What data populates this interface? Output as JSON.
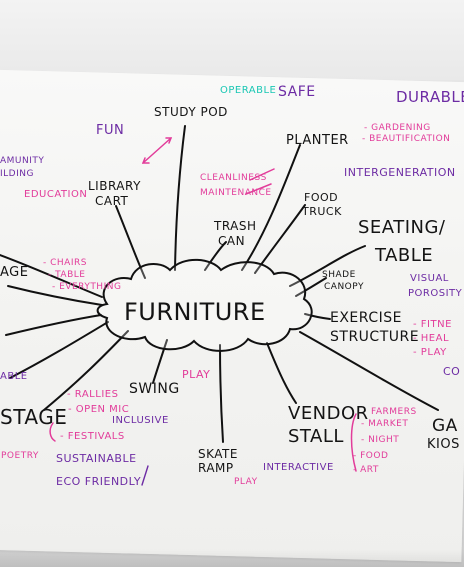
{
  "image": {
    "description": "Photo of a handwritten mind map on paper centered around the word FURNITURE",
    "colors": {
      "black_ink": "#141414",
      "purple_ink": "#6d2ca4",
      "pink_ink": "#e23c9a",
      "teal_ink": "#1ac7b4"
    }
  },
  "center": {
    "label": "FURNITURE"
  },
  "labels": {
    "operable": "OPERABLE",
    "safe": "SAFE",
    "durable": "DURABLE",
    "fun": "FUN",
    "study_pod": "STUDY POD",
    "planter": "PLANTER",
    "gardening": "- GARDENING",
    "beautification": "- BEAUTIFICATION",
    "intergeneration": "INTERGENERATION",
    "community": "AMUNITY",
    "ilding": "ILDING",
    "education": "EDUCATION",
    "library_1": "LIBRARY",
    "library_2": "CART",
    "cleanliness_1": "CLEANLINESS",
    "cleanliness_2": "MAINTENANCE",
    "food_truck_1": "FOOD",
    "food_truck_2": "TRUCK",
    "trash_can_1": "TRASH",
    "trash_can_2": "CAN",
    "seating_1": "SEATING/",
    "seating_2": "TABLE",
    "shade_canopy_1": "SHADE",
    "shade_canopy_2": "CANOPY",
    "visual_1": "VISUAL",
    "visual_2": "POROSITY",
    "stage_left": "AGE",
    "chairs": "- CHAIRS",
    "table": "- TABLE",
    "everything": "- EVERYTHING",
    "exercise_1": "EXERCISE",
    "exercise_2": "STRUCTURE",
    "fitness": "- FITNE",
    "health": "- HEAL",
    "play_right": "- PLAY",
    "co": "CO",
    "able": "ABLE",
    "play_top": "PLAY",
    "swing": "SWING",
    "rallies": "- RALLIES",
    "open_mic": "- OPEN MIC",
    "stage": "STAGE",
    "festivals": "- FESTIVALS",
    "inclusive": "INCLUSIVE",
    "vendor_1": "VENDOR",
    "vendor_2": "STALL",
    "farmers": "FARMERS",
    "market": "- MARKET",
    "night": "- NIGHT",
    "food": "- FOOD",
    "art": "- ART",
    "game_1": "GA",
    "game_2": "KIOS",
    "poetry": "POETRY",
    "sustainable": "SUSTAINABLE",
    "eco_friendly": "ECO FRIENDLY",
    "skate_1": "SKATE",
    "skate_2": "RAMP",
    "interactive": "INTERACTIVE",
    "play_bottom": "PLAY"
  }
}
